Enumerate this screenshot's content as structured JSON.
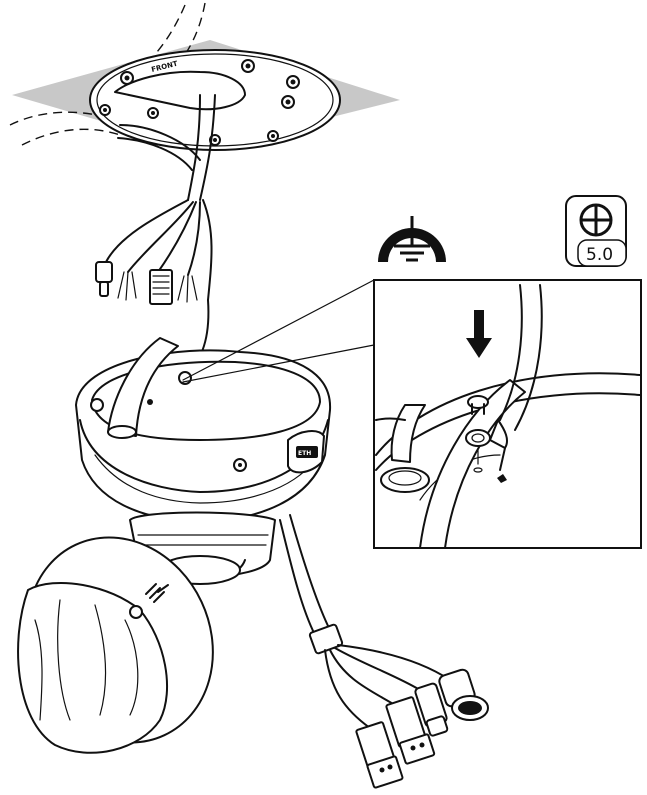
{
  "mount_plate": {
    "brand_label": "FRONT"
  },
  "housing": {
    "badge_label": "ETH"
  },
  "torque_badge": {
    "icon": "phillips-screwdriver-icon",
    "value": "5.0"
  },
  "ground_symbol": {
    "icon": "ground-symbol-icon"
  },
  "detail_inset": {
    "arrow_icon": "down-arrow-icon"
  }
}
